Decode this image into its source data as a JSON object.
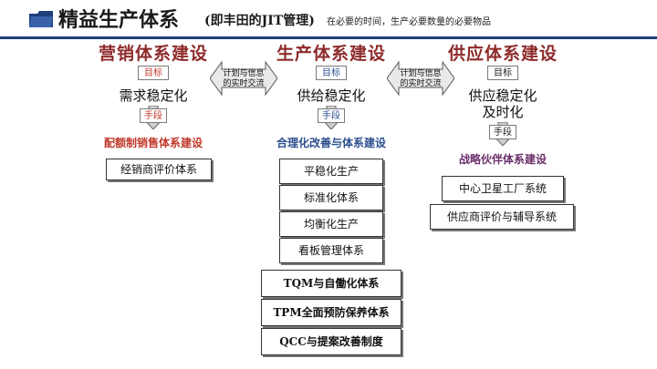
{
  "header": {
    "title": "精益生产体系",
    "subtitle": "(即丰田的JIT管理)",
    "note": "在必要的时间，生产必要数量的必要物品",
    "accent_color": "#1e3f7a",
    "icon": "folder-icon"
  },
  "columns": {
    "marketing": {
      "heading": "营销体系建设",
      "target_tag": "目标",
      "goal": "需求稳定化",
      "means_tag": "手段",
      "means": "配额制销售体系建设",
      "boxes": [
        "经销商评价体系"
      ]
    },
    "production": {
      "heading": "生产体系建设",
      "target_tag": "目标",
      "goal": "供给稳定化",
      "means_tag": "手段",
      "means": "合理化改善与体系建设",
      "boxes": [
        "平稳化生产",
        "标准化体系",
        "均衡化生产",
        "看板管理体系",
        "TQM与自働化体系",
        "TPM全面预防保养体系",
        "QCC与提案改善制度"
      ]
    },
    "supply": {
      "heading": "供应体系建设",
      "target_tag": "目标",
      "goal_line1": "供应稳定化",
      "goal_line2": "及时化",
      "means_tag": "手段",
      "means": "战略伙伴体系建设",
      "boxes": [
        "中心卫星工厂系统",
        "供应商评价与辅导系统"
      ]
    }
  },
  "links": {
    "left": {
      "line1": "计划与信息",
      "line2": "的实时交流"
    },
    "right": {
      "line1": "计划与信息",
      "line2": "的实时交流"
    }
  }
}
